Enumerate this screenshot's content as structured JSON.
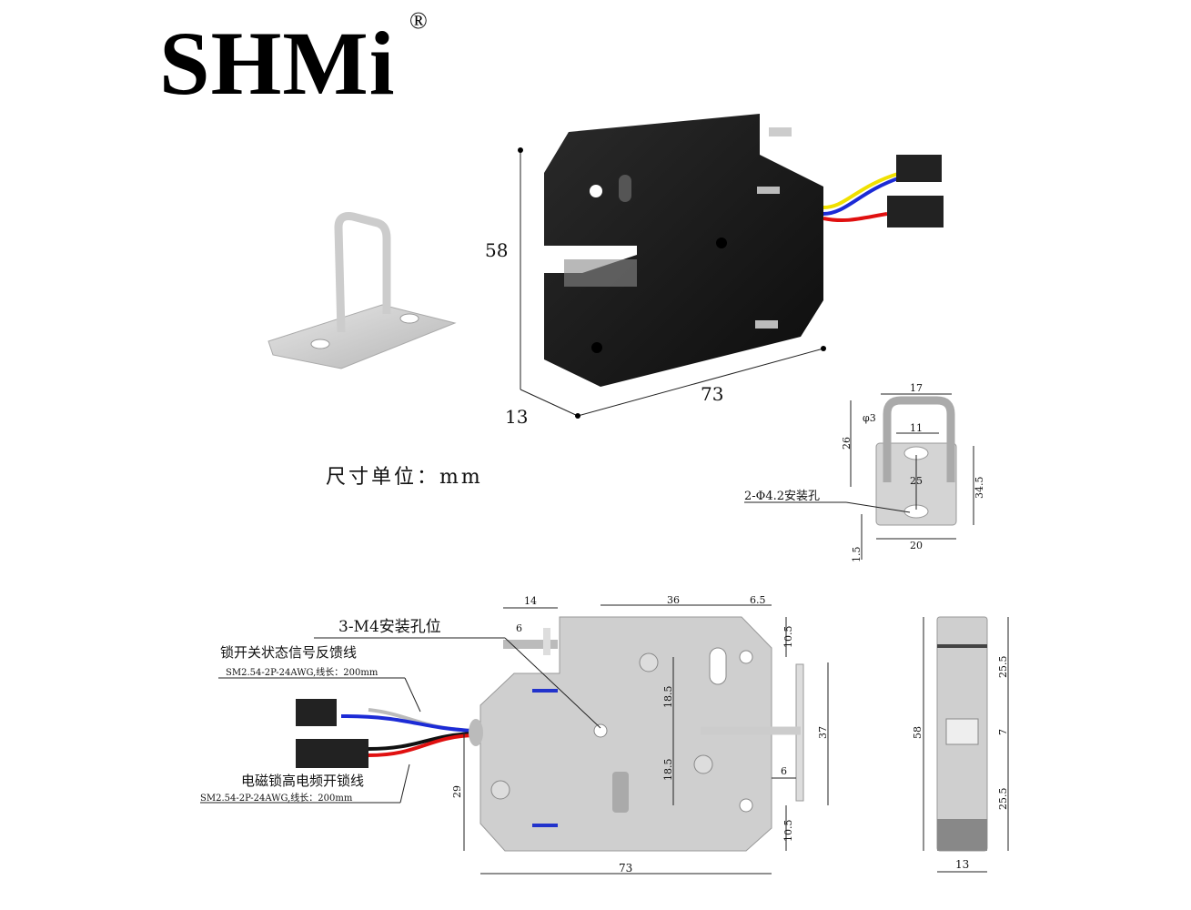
{
  "logo": {
    "text": "SHMi",
    "registered": "®"
  },
  "unit_label": "尺寸单位：mm",
  "iso_view": {
    "height": "58",
    "depth": "13",
    "width": "73"
  },
  "bracket_drawing": {
    "width_outer": "17",
    "rod_diameter": "φ3",
    "width_inner": "11",
    "height": "26",
    "hole_spacing": "25",
    "plate_height": "34.5",
    "plate_width": "20",
    "thickness": "1.5",
    "hole_label": "2-Φ4.2安装孔"
  },
  "front_view": {
    "mount_label": "3-M4安装孔位",
    "feedback_wire_label": "锁开关状态信号反馈线",
    "feedback_wire_spec": "SM2.54-2P-24AWG,线长：200mm",
    "unlock_wire_label": "电磁锁高电频开锁线",
    "unlock_wire_spec": "SM2.54-2P-24AWG,线长：200mm",
    "dims": {
      "pin_offset": "14",
      "pin_height": "6",
      "hole_span": "36",
      "edge": "6.5",
      "top": "10.5",
      "upper": "18.5",
      "lower": "18.5",
      "bracket_h": "37",
      "bracket_gap": "6",
      "bottom_to_center": "29",
      "bottom": "10.5",
      "width": "73"
    }
  },
  "side_view": {
    "height": "58",
    "upper": "25.5",
    "mid": "7",
    "lower": "25.5",
    "thickness": "13"
  },
  "colors": {
    "body_black": "#1a1a1a",
    "metal": "#c8c8c8",
    "wire_blue": "#1c2bd6",
    "wire_red": "#e01010",
    "wire_yellow": "#f0e000"
  }
}
